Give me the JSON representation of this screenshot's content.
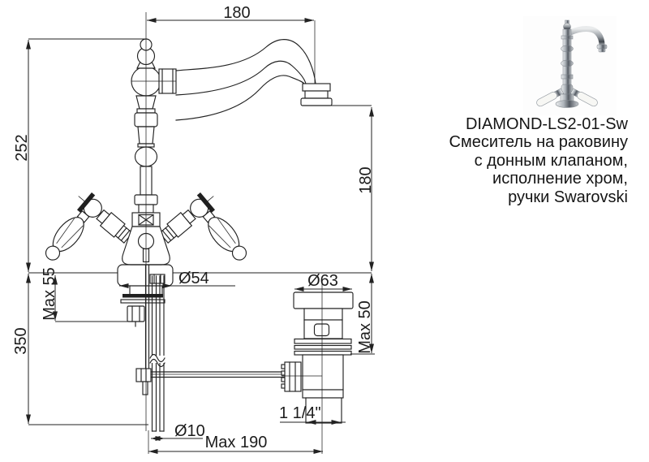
{
  "product": {
    "code": "DIAMOND-LS2-01-Sw",
    "description_lines": [
      "Смеситель на раковину",
      "с донным клапаном,",
      "исполнение хром,",
      "ручки Swarovski"
    ]
  },
  "dimensions": {
    "spout_reach_top": "180",
    "height_to_spout": "252",
    "spout_height_right": "180",
    "height_below_deck": "350",
    "max_deck_thickness_faucet": "Max 55",
    "base_diameter": "Ø54",
    "drain_flange_diameter": "Ø63",
    "max_deck_thickness_drain": "Max 50",
    "drain_thread_size": "1 1/4\"",
    "supply_pipe_diameter": "Ø10",
    "max_drain_offset": "Max 190"
  },
  "colors": {
    "line_color": "#222222",
    "background": "#ffffff",
    "text_color": "#151515"
  }
}
